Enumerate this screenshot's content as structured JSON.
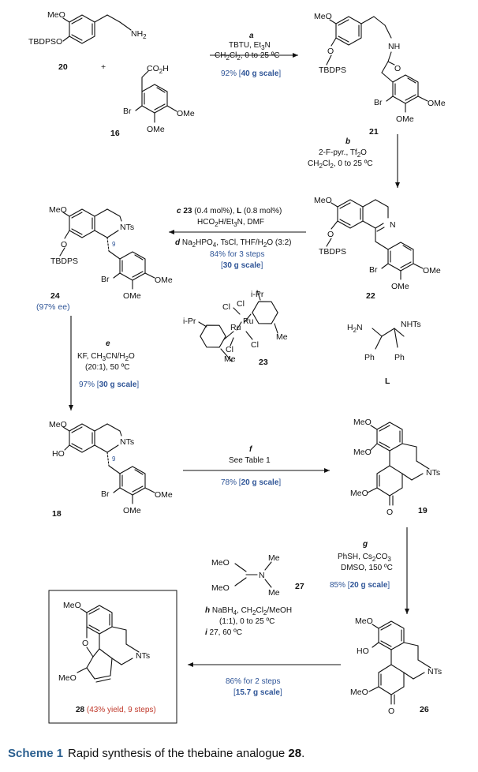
{
  "compounds": {
    "c20": "20",
    "c16": "16",
    "c21": "21",
    "c22": "22",
    "c24": "24",
    "c23": "23",
    "cL": "L",
    "c18": "18",
    "c19": "19",
    "c27": "27",
    "c26": "26",
    "c28": "28"
  },
  "groups": {
    "MeO": "MeO",
    "OMe": "OMe",
    "TBDPSO": "TBDPSO",
    "TBDPS": "TBDPS",
    "NH2": "NH",
    "NH2_sub": "2",
    "CO2H": "CO",
    "CO2H_sub": "2",
    "CO2H_end": "H",
    "Br": "Br",
    "NH": "NH",
    "O": "O",
    "N": "N",
    "NTs": "NTs",
    "HO": "HO",
    "Me": "Me",
    "iPr": "i-Pr",
    "Cl": "Cl",
    "Ru": "Ru",
    "H2N": "H",
    "H2N_sub": "2",
    "H2N_end": "N",
    "NHTs": "NHTs",
    "Ph": "Ph",
    "plus": "+",
    "stereo9": "9",
    "O_ring": "O"
  },
  "step_a": {
    "letter": "a",
    "line1": "TBTU, Et",
    "line1_sub": "3",
    "line1_end": "N",
    "line2": "CH",
    "line2_sub": "2",
    "line2_b": "Cl",
    "line2_sub2": "2",
    "line2_end": ", 0 to 25 ºC",
    "yield": "92% [",
    "scale": "40 g scale",
    "close": "]"
  },
  "step_b": {
    "letter": "b",
    "line1": "2-F-pyr., Tf",
    "line1_sub": "2",
    "line1_end": "O",
    "line2": "CH",
    "line2_sub": "2",
    "line2_b": "Cl",
    "line2_sub2": "2",
    "line2_end": ", 0 to 25 ºC"
  },
  "step_cd": {
    "c_letter": "c",
    "c_cat": "23",
    "c_text1": " (0.4 mol%), ",
    "c_L": "L",
    "c_text2": " (0.8 mol%)",
    "c_line2a": "HCO",
    "c_line2_sub": "2",
    "c_line2b": "H/Et",
    "c_line2_sub2": "3",
    "c_line2c": "N, DMF",
    "d_letter": "d",
    "d_text1": " Na",
    "d_sub1": "2",
    "d_text2": "HPO",
    "d_sub2": "4",
    "d_text3": ", TsCl, THF/H",
    "d_sub3": "2",
    "d_text4": "O (3:2)",
    "yield": "84% for 3 steps",
    "scale_open": "[",
    "scale": "30 g scale",
    "scale_close": "]"
  },
  "ee24": "(97% ee)",
  "step_e": {
    "letter": "e",
    "line1": "KF, CH",
    "line1_sub": "3",
    "line1_b": "CN/H",
    "line1_sub2": "2",
    "line1_end": "O",
    "line2": "(20:1), 50 ºC",
    "yield": "97% [",
    "scale": "30 g scale",
    "close": "]"
  },
  "step_f": {
    "letter": "f",
    "line1": "See Table 1",
    "yield": "78% [",
    "scale": "20 g scale",
    "close": "]"
  },
  "step_g": {
    "letter": "g",
    "line1": "PhSH, Cs",
    "line1_sub": "2",
    "line1_b": "CO",
    "line1_sub2": "3",
    "line2": "DMSO, 150 ºC",
    "yield": "85% [",
    "scale": "20 g scale",
    "close": "]"
  },
  "step_hi": {
    "h_letter": "h",
    "h_text1": " NaBH",
    "h_sub1": "4",
    "h_text2": ", CH",
    "h_sub2": "2",
    "h_text3": "Cl",
    "h_sub3": "2",
    "h_text4": "/MeOH",
    "h_line2": "(1:1), 0 to 25 ºC",
    "i_letter": "i",
    "i_text": " 27, 60 ºC",
    "yield": "86% for 2 steps",
    "scale_open": "[",
    "scale": "15.7 g scale",
    "scale_close": "]"
  },
  "product28": {
    "num": "28",
    "note": " (43% yield, 9 steps)"
  },
  "caption": {
    "label": "Scheme 1",
    "text": "Rapid synthesis of the thebaine analogue ",
    "num": "28",
    "end": "."
  },
  "colors": {
    "accent_blue": "#2f5597",
    "accent_red": "#c0392b",
    "caption_blue": "#2b5f8f"
  }
}
